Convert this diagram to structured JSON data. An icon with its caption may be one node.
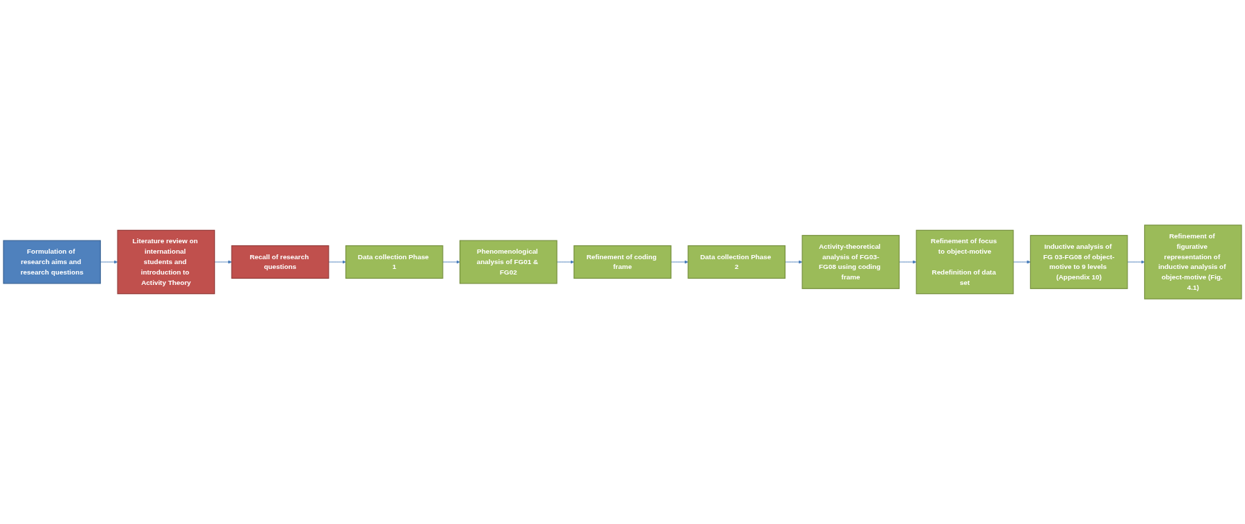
{
  "diagram": {
    "nodes": [
      {
        "text": [
          "Formulation of research aims and research questions"
        ]
      },
      {
        "text": [
          "Literature review on international students and introduction to Activity Theory"
        ]
      },
      {
        "text": [
          "Recall of research questions"
        ]
      },
      {
        "text": [
          "Data collection Phase 1"
        ]
      },
      {
        "text": [
          "Phenomenological analysis of FG01 & FG02"
        ]
      },
      {
        "text": [
          "Refinement of coding frame"
        ]
      },
      {
        "text": [
          "Data collection Phase 2"
        ]
      },
      {
        "text": [
          "Activity-theoretical analysis of FG03-FG08 using coding frame"
        ]
      },
      {
        "text": [
          "Refinement of focus to object-motive",
          "Redefinition of data set"
        ]
      },
      {
        "text": [
          "Inductive analysis of FG 03-FG08 of object-motive to 9 levels (Appendix 10)"
        ]
      },
      {
        "text": [
          "Refinement of figurative representation of inductive analysis of object-motive (Fig. 4.1)"
        ]
      }
    ],
    "edges": [
      {
        "from": 0,
        "to": 1,
        "arrow": "to"
      },
      {
        "from": 1,
        "to": 2,
        "arrow": "to"
      },
      {
        "from": 2,
        "to": 3,
        "arrow": "to"
      },
      {
        "from": 3,
        "to": 4,
        "arrow": "to"
      },
      {
        "from": 4,
        "to": 5,
        "arrow": "to"
      },
      {
        "from": 5,
        "to": 6,
        "arrow": "to"
      },
      {
        "from": 6,
        "to": 7,
        "arrow": "to"
      },
      {
        "from": 7,
        "to": 8,
        "arrow": "to"
      },
      {
        "from": 8,
        "to": 9,
        "arrow": "to"
      },
      {
        "from": 9,
        "to": 10,
        "arrow": "to"
      }
    ]
  }
}
